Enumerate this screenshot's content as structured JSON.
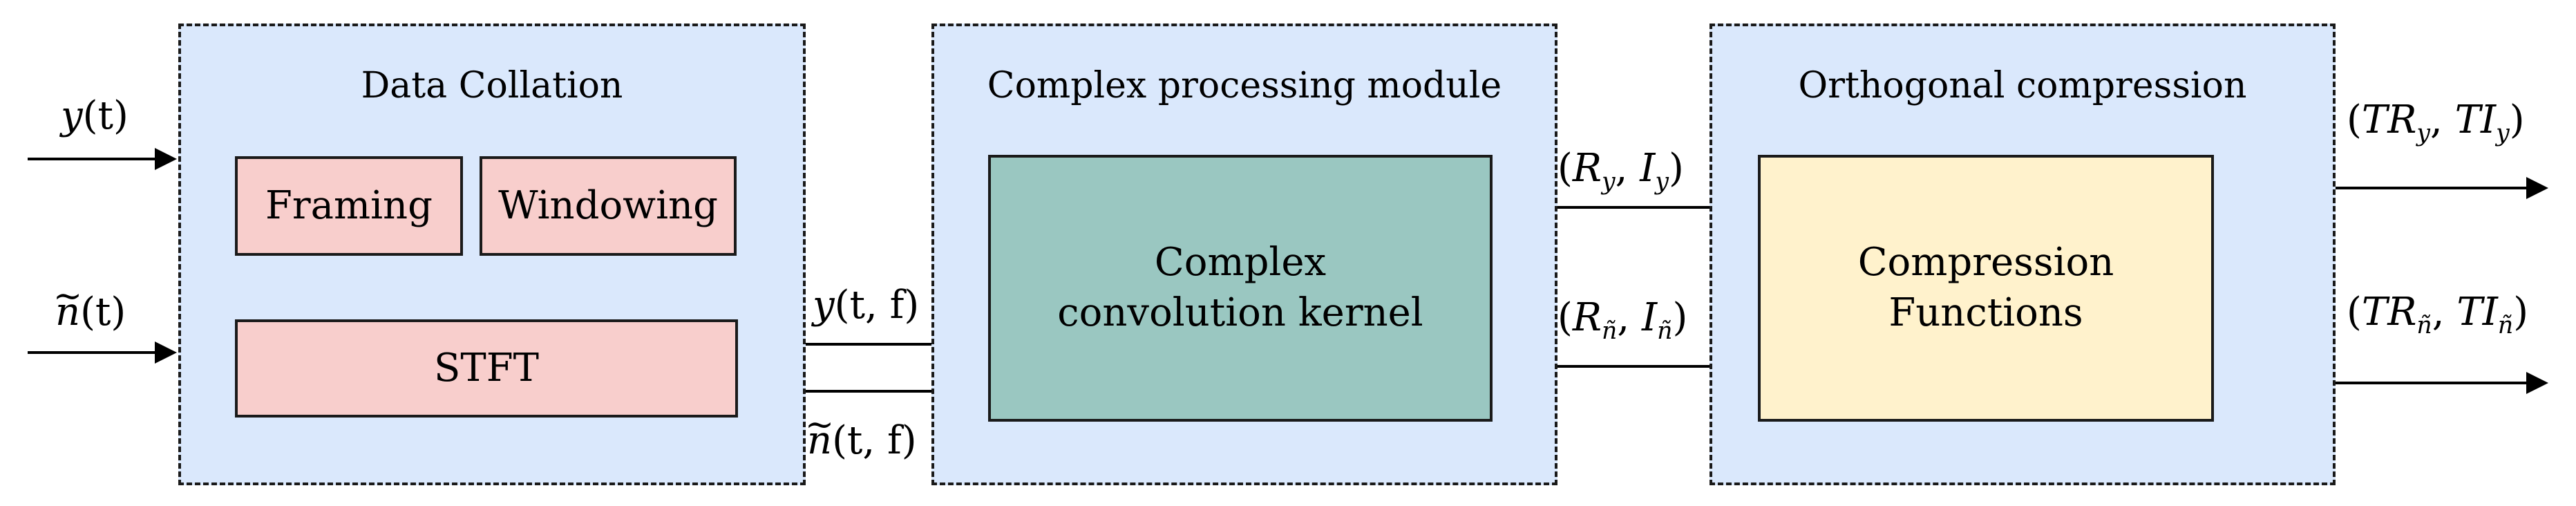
{
  "panels": {
    "collation": {
      "title": "Data Collation",
      "fill": "#dae8fc"
    },
    "complex": {
      "title": "Complex processing module",
      "fill": "#dae8fc"
    },
    "orthogonal": {
      "title": "Orthogonal compression",
      "fill": "#dae8fc"
    }
  },
  "blocks": {
    "framing": {
      "label": "Framing",
      "fill": "#f8cecc"
    },
    "windowing": {
      "label": "Windowing",
      "fill": "#f8cecc"
    },
    "stft": {
      "label": "STFT",
      "fill": "#f8cecc"
    },
    "kernel": {
      "label": "Complex convolution kernel",
      "fill": "#9ac7c1"
    },
    "compression": {
      "label": "Compression Functions",
      "fill": "#fff2cc"
    }
  },
  "signals": {
    "input_y": {
      "fn": "y",
      "args": "(t)"
    },
    "input_n": {
      "fn": "n",
      "args": "(t)"
    },
    "stft_y": {
      "fn": "y",
      "args": "(t, f)"
    },
    "stft_n": {
      "fn": "n",
      "args": "(t, f)"
    },
    "complex_y": {
      "open": "(",
      "r": "R",
      "sep": ", ",
      "i": "I",
      "sub": "y",
      "close": ")"
    },
    "complex_n": {
      "open": "(",
      "r": "R",
      "sep": ", ",
      "i": "I",
      "sub": "ñ",
      "close": ")"
    },
    "out_y": {
      "open": "(",
      "r": "TR",
      "sep": ", ",
      "i": "TI",
      "sub": "y",
      "close": ")"
    },
    "out_n": {
      "open": "(",
      "r": "TR",
      "sep": ", ",
      "i": "TI",
      "sub": "ñ",
      "close": ")"
    }
  }
}
